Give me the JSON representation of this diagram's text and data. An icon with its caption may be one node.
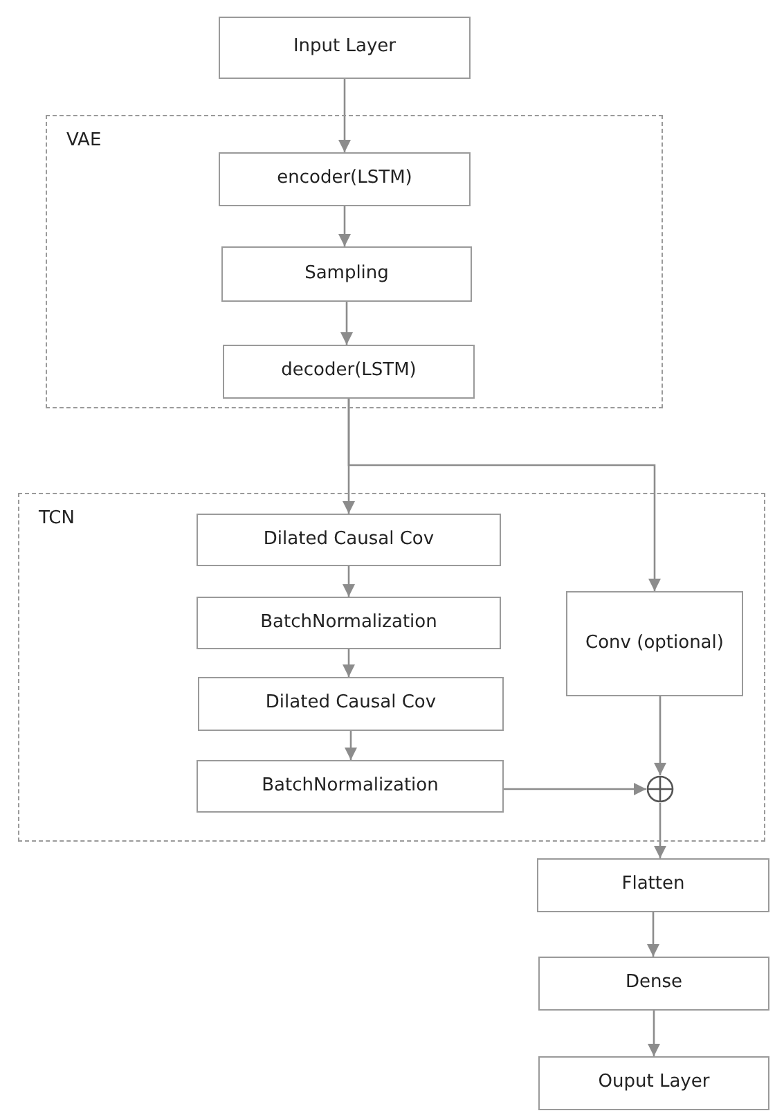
{
  "diagram": {
    "nodes": [
      {
        "text": [
          "Input Layer"
        ]
      },
      {
        "text": [
          "VAE"
        ]
      },
      {
        "text": [
          "encoder(LSTM)"
        ],
        "in": 1
      },
      {
        "text": [
          "Sampling"
        ],
        "in": 1
      },
      {
        "text": [
          "decoder(LSTM)"
        ],
        "in": 1
      },
      {
        "text": [
          "TCN"
        ]
      },
      {
        "text": [
          "Dilated Causal Cov"
        ],
        "in": 5
      },
      {
        "text": [
          "BatchNormalization"
        ],
        "in": 5
      },
      {
        "text": [
          "Dilated Causal Cov"
        ],
        "in": 5
      },
      {
        "text": [
          "BatchNormalization"
        ],
        "in": 5
      },
      {
        "text": [
          "Conv (optional)"
        ],
        "in": 5
      },
      {
        "text": [],
        "shape": "circle",
        "in": 5
      },
      {
        "text": [
          "Flatten"
        ]
      },
      {
        "text": [
          "Dense"
        ]
      },
      {
        "text": [
          "Ouput Layer"
        ]
      }
    ],
    "edges": [
      {
        "from": 0,
        "to": 2,
        "arrow": "to"
      },
      {
        "from": 2,
        "to": 3,
        "arrow": "to"
      },
      {
        "from": 3,
        "to": 4,
        "arrow": "to"
      },
      {
        "from": 4,
        "to": 6,
        "arrow": "to"
      },
      {
        "from": 4,
        "to": 10,
        "arrow": "to"
      },
      {
        "from": 6,
        "to": 7,
        "arrow": "to"
      },
      {
        "from": 7,
        "to": 8,
        "arrow": "to"
      },
      {
        "from": 8,
        "to": 9,
        "arrow": "to"
      },
      {
        "from": 9,
        "to": 11,
        "arrow": "to"
      },
      {
        "from": 10,
        "to": 11,
        "arrow": "to"
      },
      {
        "from": 11,
        "to": 12,
        "arrow": "to"
      },
      {
        "from": 12,
        "to": 13,
        "arrow": "to"
      },
      {
        "from": 13,
        "to": 14,
        "arrow": "to"
      }
    ]
  }
}
